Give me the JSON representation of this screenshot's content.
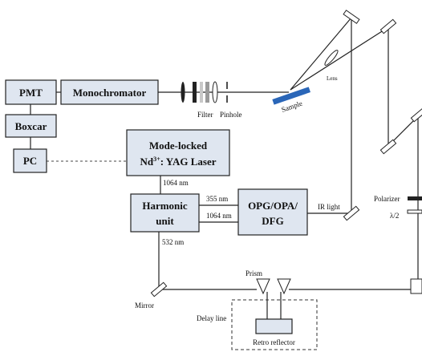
{
  "blocks": {
    "pmt": "PMT",
    "monochromator": "Monochromator",
    "boxcar": "Boxcar",
    "pc": "PC",
    "laser_line1": "Mode-locked",
    "laser_line2_prefix": "Nd",
    "laser_line2_sup": "3+",
    "laser_line2_suffix": ": YAG Laser",
    "harmonic_line1": "Harmonic",
    "harmonic_line2": "unit",
    "opg_line1": "OPG/OPA/",
    "opg_line2": "DFG",
    "retro_reflector": "Retro reflector"
  },
  "labels": {
    "filter": "Filter",
    "pinhole": "Pinhole",
    "sample": "Sample",
    "lens": "Lens",
    "nm1064_top": "1064 nm",
    "nm355": "355 nm",
    "nm1064_mid": "1064 nm",
    "nm532": "532 nm",
    "ir_light": "IR light",
    "polarizer": "Polarizer",
    "half_wave": "λ/2",
    "mirror": "Mirror",
    "prism": "Prism",
    "delay_line": "Delay line"
  },
  "colors": {
    "box_fill": "#dfe6f0",
    "sample": "#2a66b8",
    "filter_gray": "#9a9a9a",
    "filter_light": "#c8c8c8"
  }
}
